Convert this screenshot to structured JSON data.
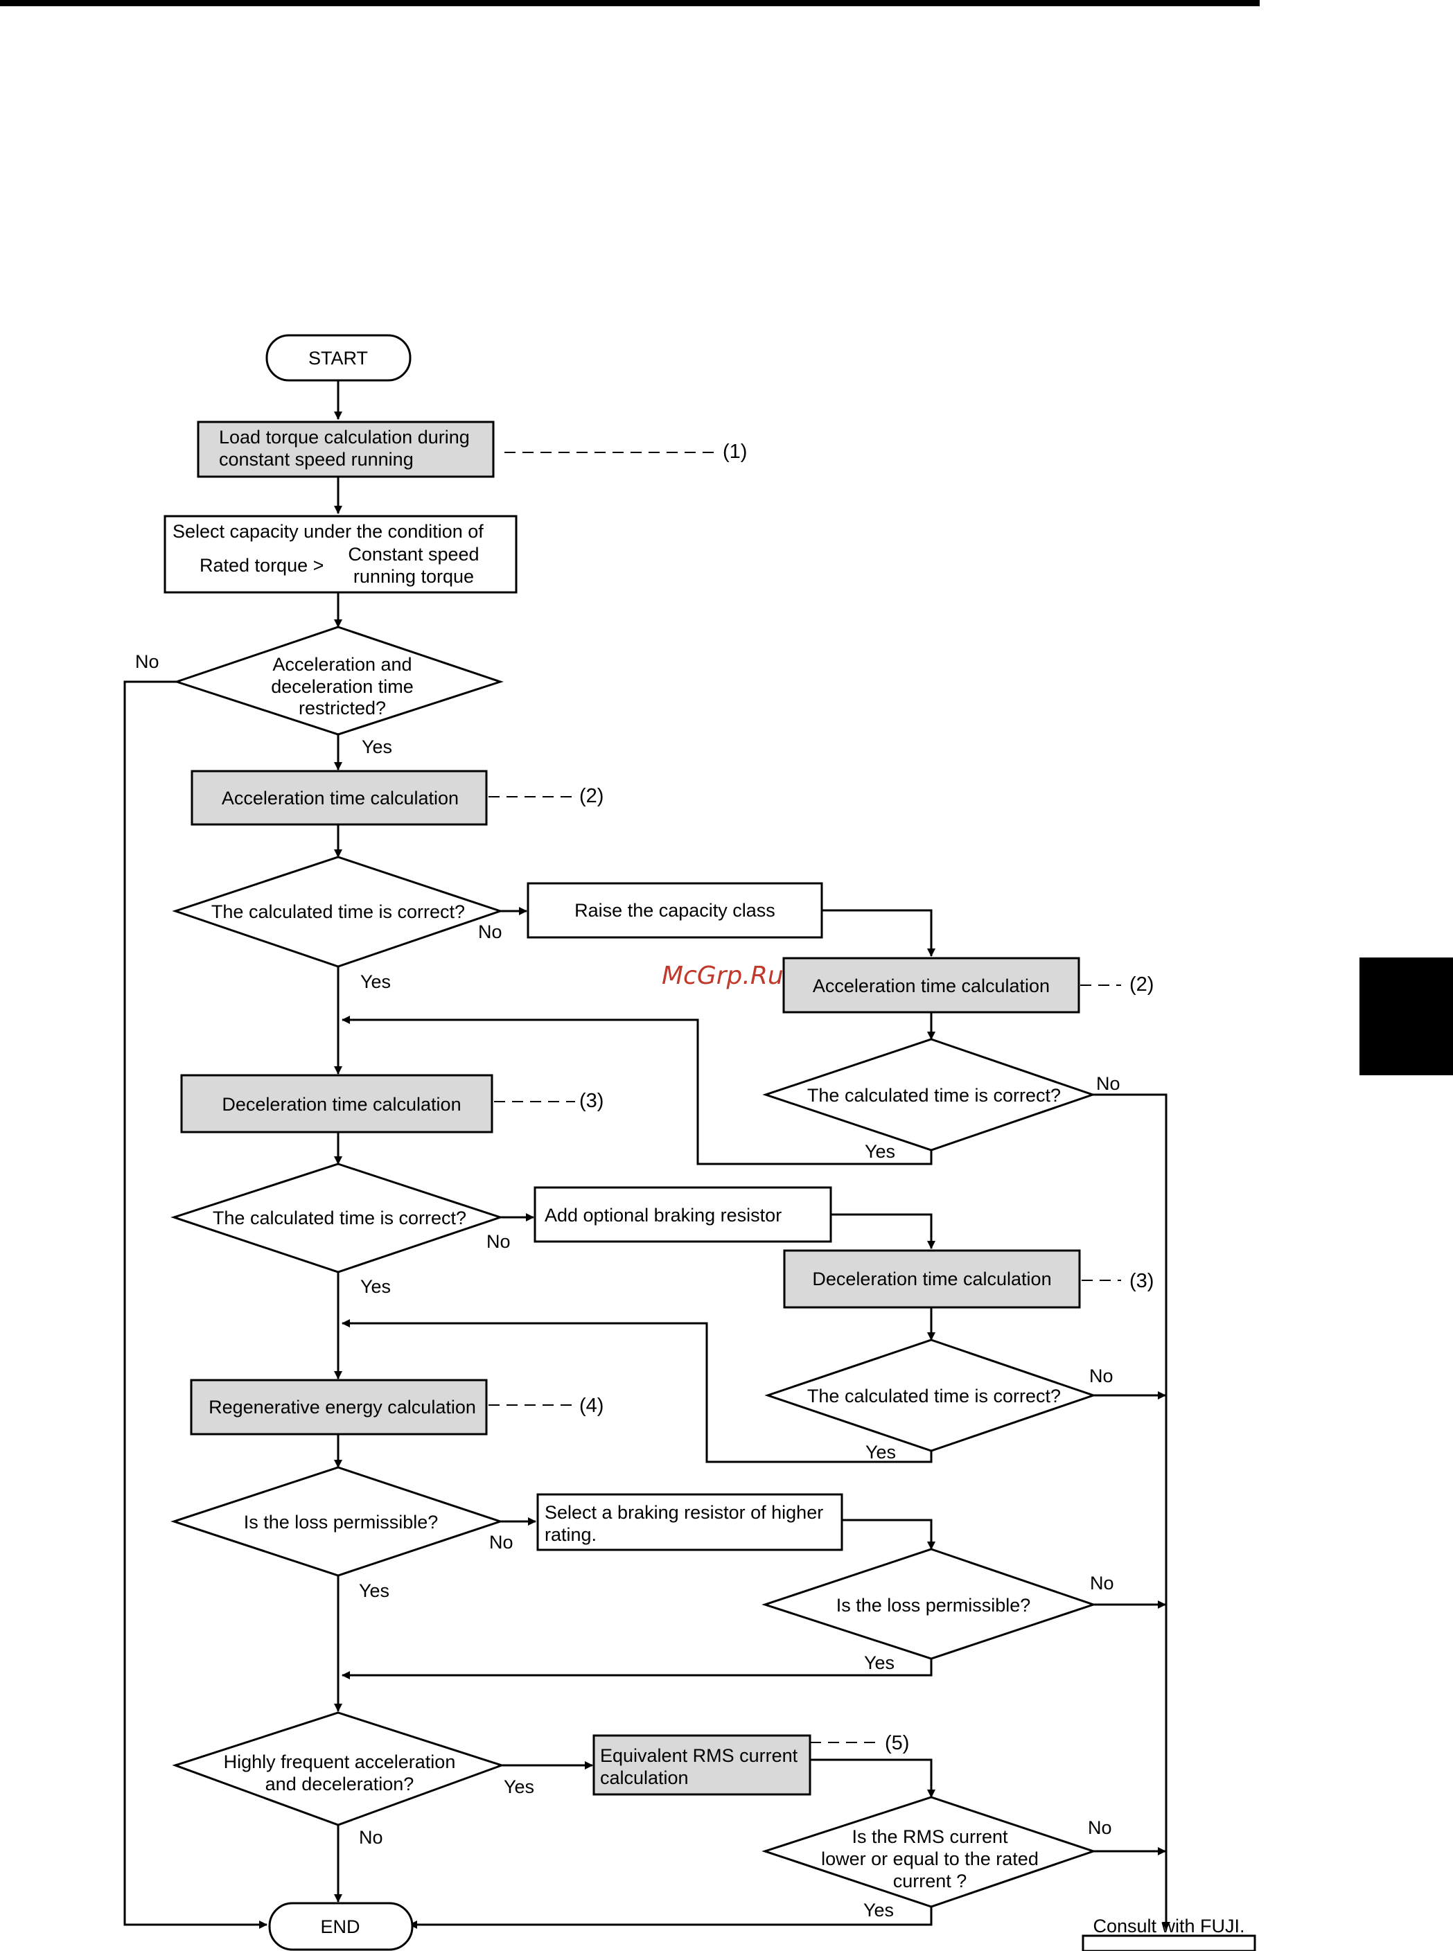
{
  "colors": {
    "shaded_box": "#d9d9d9",
    "line": "#000000",
    "watermark": "#c0392b"
  },
  "nodes": {
    "start": "START",
    "load_torque": [
      "Load torque calculation during",
      "constant speed running"
    ],
    "select_capacity": {
      "line1": "Select capacity under the condition of",
      "left": "Rated torque  >",
      "right1": "Constant speed",
      "right2": "running torque"
    },
    "q_acc_dec_restricted": [
      "Acceleration and",
      "deceleration time",
      "restricted?"
    ],
    "acc_calc": "Acceleration time calculation",
    "q_time_correct": "The calculated time is correct?",
    "raise_capacity": "Raise the capacity class",
    "dec_calc": "Deceleration time calculation",
    "add_braking": "Add optional braking resistor",
    "regen_calc": "Regenerative energy calculation",
    "q_loss": "Is the loss permissible?",
    "select_braking_higher": [
      "Select a braking resistor of higher",
      "rating."
    ],
    "q_frequent": [
      "Highly frequent acceleration",
      "and deceleration?"
    ],
    "rms_calc": [
      "Equivalent RMS current",
      "calculation"
    ],
    "q_rms": [
      "Is the RMS current",
      "lower or equal to the rated",
      "current ?"
    ],
    "end": "END",
    "consult": "Consult with FUJI."
  },
  "labels": {
    "yes": "Yes",
    "no": "No"
  },
  "refs": {
    "r1": "(1)",
    "r2": "(2)",
    "r3": "(3)",
    "r4": "(4)",
    "r5": "(5)"
  },
  "watermark": "McGrp.Ru"
}
